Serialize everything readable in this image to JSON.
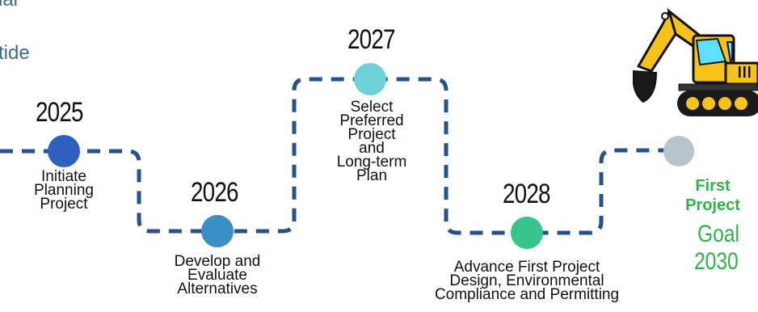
{
  "fragments": {
    "line1": "ial",
    "line2": "tide"
  },
  "milestones": [
    {
      "year": "2025",
      "label": "Initiate\nPlanning\nProject",
      "color": "#2f5fbf"
    },
    {
      "year": "2026",
      "label": "Develop and\nEvaluate\nAlternatives",
      "color": "#3a8fc4"
    },
    {
      "year": "2027",
      "label": "Select\nPreferred\nProject\nand\nLong-term\nPlan",
      "color": "#6fd0d6"
    },
    {
      "year": "2028",
      "label": "Advance First Project\nDesign, Environmental\nCompliance and Permitting",
      "color": "#37c48c"
    }
  ],
  "goal": {
    "first": "First\nProject",
    "word": "Goal",
    "year": "2030",
    "color": "#b9c3cc"
  },
  "colors": {
    "path": "#27508f",
    "goal_text": "#2fb34a"
  },
  "icons": {
    "excavator": "excavator-icon"
  }
}
